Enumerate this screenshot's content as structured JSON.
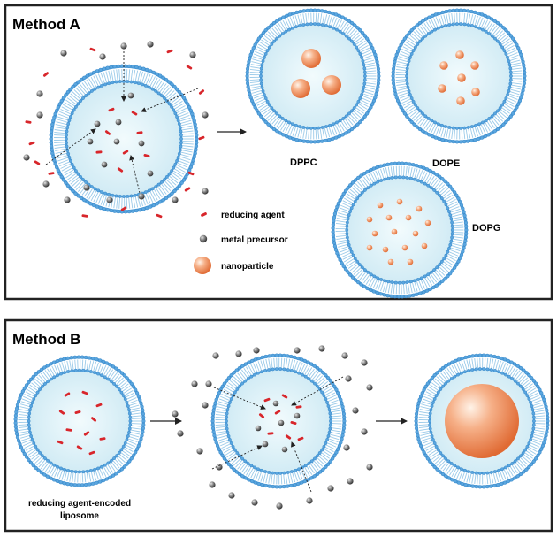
{
  "method_a": {
    "title": "Method A",
    "labels": {
      "dppc": "DPPC",
      "dope": "DOPE",
      "dopg": "DOPG"
    },
    "legend": {
      "reducing_agent": "reducing agent",
      "metal_precursor": "metal precursor",
      "nanoparticle": "nanoparticle"
    }
  },
  "method_b": {
    "title": "Method B",
    "caption_line1": "reducing agent-encoded",
    "caption_line2": "liposome"
  },
  "colors": {
    "bilayer_head": "#5aa6df",
    "bilayer_head_dark": "#2f7fc1",
    "interior": "#dff2f8",
    "reducing_agent": "#d8262b",
    "metal_precursor": "#555555",
    "nanoparticle": "#f39a6b",
    "panel_border": "#222222"
  }
}
